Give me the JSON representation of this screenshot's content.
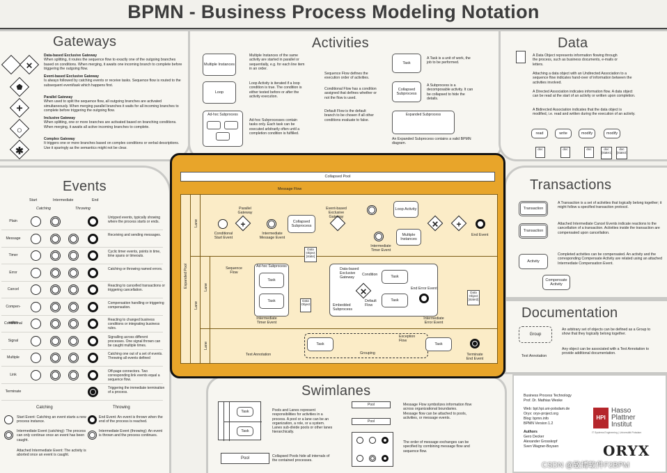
{
  "title": "BPMN - Business Process Modeling Notation",
  "gateways": {
    "heading": "Gateways",
    "items": [
      {
        "name": "Data-based Exclusive Gateway",
        "desc": "When splitting, it routes the sequence flow to exactly one of the outgoing branches based on conditions. When merging, it awaits one incoming branch to complete before triggering the outgoing flow."
      },
      {
        "name": "Event-based Exclusive Gateway",
        "desc": "Is always followed by catching events or receive tasks. Sequence flow is routed to the subsequent event/task which happens first."
      },
      {
        "name": "Parallel Gateway",
        "desc": "When used to split the sequence flow, all outgoing branches are activated simultaneously. When merging parallel branches it waits for all incoming branches to complete before triggering the outgoing flow."
      },
      {
        "name": "Inclusive Gateway",
        "desc": "When splitting, one or more branches are activated based on branching conditions. When merging, it awaits all active incoming branches to complete."
      },
      {
        "name": "Complex Gateway",
        "desc": "It triggers one or more branches based on complex conditions or verbal descriptions. Use it sparingly as the semantics might not be clear."
      }
    ]
  },
  "activities": {
    "heading": "Activities",
    "multi_instances": "Multiple Instances",
    "loop": "Loop",
    "adhoc": "Ad-hoc Subprocess",
    "multi_desc": "Multiple Instances of the same activity are started in parallel or sequentially, e.g. for each line item in an order.",
    "loop_desc": "Loop Activity is iterated if a loop condition is true. The condition is either tested before or after the activity execution.",
    "adhoc_desc": "Ad-hoc Subprocesses contain tasks only. Each task can be executed arbitrarily often until a completion condition is fulfilled.",
    "seqflow_desc": "Sequence Flow defines the execution order of activities.",
    "cond_desc": "Conditional Flow has a condition assigned that defines whether or not the flow is used.",
    "default_desc": "Default Flow is the default branch to be chosen if all other conditions evaluate to false.",
    "task": "Task",
    "task_desc": "A Task is a unit of work, the job to be performed.",
    "collapsed": "Collapsed Subprocess",
    "collapsed_desc": "A Subprocess is a decomposable activity. It can be collapsed to hide the details.",
    "expanded": "Expanded Subprocess",
    "expanded_desc": "An Expanded Subprocess contains a valid BPMN diagram."
  },
  "data": {
    "heading": "Data",
    "p1": "A Data Object represents information flowing through the process, such as business documents, e-mails or letters.",
    "p2": "Attaching a data object with an Undirected Association to a sequence flow indicates hand-over of information between the activities involved.",
    "p3": "A Directed Association indicates information flow. A data object can be read at the start of an activity or written upon completion.",
    "p4": "A Bidirected Association indicates that the data object is modified, i.e. read and written during the execution of an activity.",
    "read": "read",
    "write": "write",
    "modify": "modify",
    "doc": "doc",
    "doc1": "doc [state1]",
    "doc2": "doc [state2]"
  },
  "events": {
    "heading": "Events",
    "cols": [
      "Start",
      "Intermediate",
      "End"
    ],
    "subcols": [
      "Catching",
      "Throwing"
    ],
    "rows": [
      {
        "label": "Plain",
        "desc": "Untyped events, typically showing where the process starts or ends."
      },
      {
        "label": "Message",
        "desc": "Receiving and sending messages."
      },
      {
        "label": "Timer",
        "desc": "Cyclic timer events, points in time, time spans or timeouts."
      },
      {
        "label": "Error",
        "desc": "Catching or throwing named errors."
      },
      {
        "label": "Cancel",
        "desc": "Reacting to cancelled transactions or triggering cancellation."
      },
      {
        "label": "Compen-sation",
        "desc": "Compensation handling or triggering compensation."
      },
      {
        "label": "Conditional",
        "desc": "Reacting to changed business conditions or integrating business rules."
      },
      {
        "label": "Signal",
        "desc": "Signalling across different processes. One signal thrown can be caught multiple times."
      },
      {
        "label": "Multiple",
        "desc": "Catching one out of a set of events. Throwing all events defined"
      },
      {
        "label": "Link",
        "desc": "Off-page connectors. Two corresponding link events equal a sequence flow."
      },
      {
        "label": "Terminate",
        "desc": "Triggering the immediate termination of a process."
      }
    ],
    "catching": "Catching",
    "throwing": "Throwing",
    "start_desc": "Start Event: Catching an event starts a new process instance.",
    "inter_catch_desc": "Intermediate Event (catching): The process can only continue once an event has been caught.",
    "attached_desc": "Attached Intermediate Event: The activity is aborted once an event is caught.",
    "end_desc": "End Event: An event is thrown when the end of the process is reached.",
    "inter_throw_desc": "Intermediate Event (throwing): An event is thrown and the process continues."
  },
  "diagram": {
    "collapsed_pool": "Collapsed Pool",
    "message_flow": "Message Flow",
    "expanded_pool": "Expanded Pool",
    "lane": "Lane",
    "cond_start": "Conditional Start Event",
    "parallel_gw": "Parallel Gateway",
    "inter_msg": "Intermediate Message Event",
    "collapsed_sub": "Collapsed Subprocess",
    "event_gw": "Event-based Exclusive Gateway",
    "loop_act": "Loop Activity",
    "multi_inst": "Multiple Instances",
    "inter_timer": "Intermediate Timer Event",
    "end_event": "End Event",
    "data_obj": "Data Object [state]",
    "seq_flow": "Sequence Flow",
    "adhoc_sub": "Ad-hoc Subprocess",
    "task": "Task",
    "data_gw": "Data-based Exclusive Gateway",
    "condition": "Condition",
    "embedded": "Embedded Subprocess",
    "default_flow": "Default Flow",
    "end_err": "End Error Event",
    "inter_err": "Intermediate Error Event",
    "data_obj2": "Data Object",
    "data_state2": "Data Object [state2]",
    "exception": "Exception Flow",
    "text_anno": "Text Annotation",
    "grouping": "Grouping",
    "terminate": "Terminate End Event"
  },
  "transactions": {
    "heading": "Transactions",
    "transaction": "Transaction",
    "activity": "Activity",
    "compensate": "Compensate Activity",
    "p1": "A Transaction is a set of activities that logically belong together; it might follow a specified transaction protocol.",
    "p2": "Attached Intermediate Cancel Events indicate reactions to the cancellation of a transaction. Activities inside the transaction are compensated upon cancellation.",
    "p3": "Completed activities can be compensated. An activity and the corresponding Compensate Activity are related using an attached Intermediate Compensation Event."
  },
  "documentation": {
    "heading": "Documentation",
    "group": "Group",
    "text_anno": "Text Annotation",
    "p1": "An arbitrary set of objects can be defined as a Group to show that they logically belong together.",
    "p2": "Any object can be associated with a Text Annotation to provide additional documentation."
  },
  "swimlanes": {
    "heading": "Swimlanes",
    "pool": "Pool",
    "lane": "Lane",
    "task": "Task",
    "p1": "Pools and Lanes represent responsibilities for activities in a process. A pool or a lane can be an organization, a role, or a system. Lanes sub-divide pools or other lanes hierarchically.",
    "p2": "Collapsed Pools hide all internals of the contained processes.",
    "p3": "Message Flow symbolizes information flow across organizational boundaries. Message flow can be attached to pools, activities, or message events.",
    "p4": "The order of message exchanges can be specified by combining message flow and sequence flow."
  },
  "credits": {
    "lines": [
      "Business Process Technology",
      "Prof. Dr. Mathias Weske",
      "",
      "Web: bpt.hpi.uni-potsdam.de",
      "Oryx: oryx-project.org",
      "Blog: bpmn.info",
      "BPMN Version 1.2"
    ],
    "authors_title": "Authors",
    "authors": [
      "Gero Decker",
      "Alexander Grosskopf",
      "Sven Wagner-Boysen"
    ],
    "hpi": "HPI",
    "hpi_name": "Hasso Plattner Institut",
    "hpi_sub": "IT Systems Engineering | Universität Potsdam",
    "oryx": "ORYX",
    "watermark": "CSDN @致博软件F2BPM"
  }
}
